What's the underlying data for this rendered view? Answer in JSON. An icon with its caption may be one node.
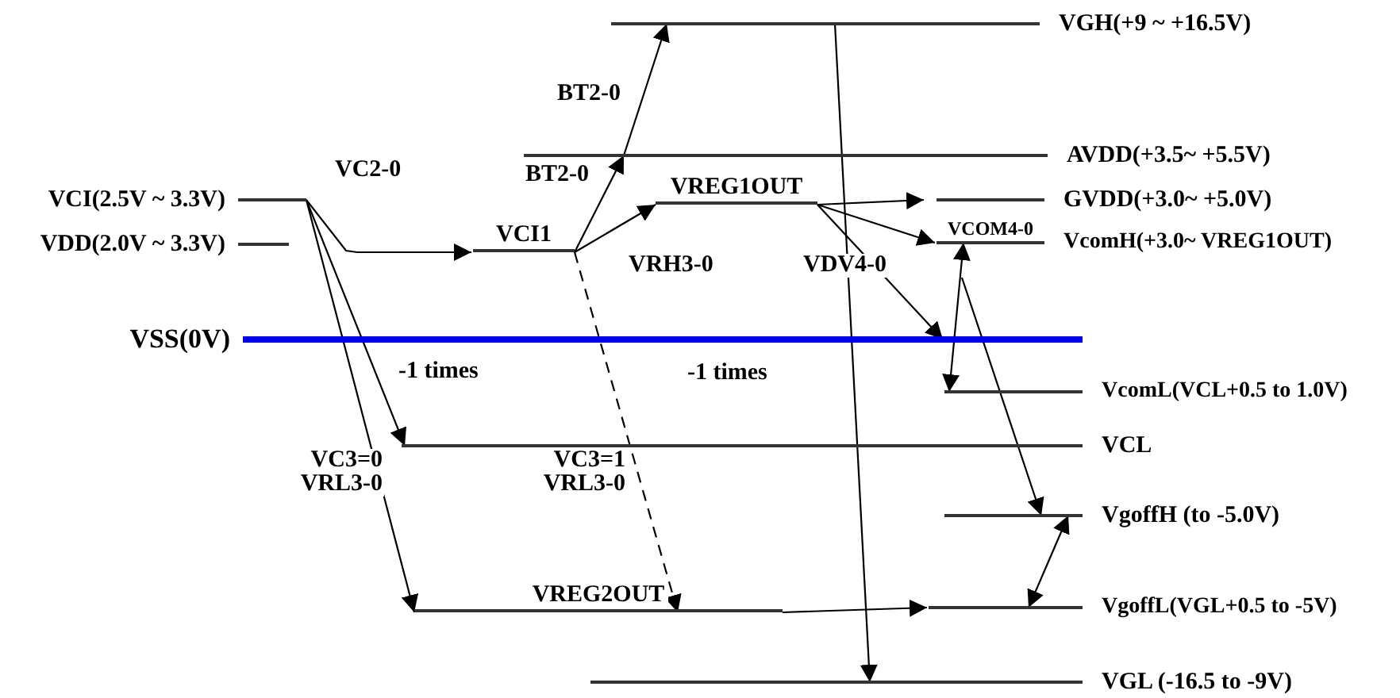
{
  "diagram": {
    "nodes": [
      {
        "text": [
          "VGH(+9 ~ +16.5V)"
        ]
      },
      {
        "text": [
          "AVDD(+3.5~ +5.5V)"
        ]
      },
      {
        "text": [
          "GVDD(+3.0~ +5.0V)"
        ]
      },
      {
        "text": [
          "VcomH(+3.0~ VREG1OUT)"
        ]
      },
      {
        "text": [
          "VCI(2.5V ~ 3.3V)"
        ]
      },
      {
        "text": [
          "VDD(2.0V ~ 3.3V)"
        ]
      },
      {
        "text": [
          "VCI1"
        ]
      },
      {
        "text": [
          "VREG1OUT"
        ]
      },
      {
        "text": [
          "VSS(0V)"
        ]
      },
      {
        "text": [
          "VcomL(VCL+0.5 to 1.0V)"
        ]
      },
      {
        "text": [
          "VCL"
        ]
      },
      {
        "text": [
          "VgoffH (to -5.0V)"
        ]
      },
      {
        "text": [
          "VREG2OUT"
        ]
      },
      {
        "text": [
          "VgoffL(VGL+0.5 to -5V)"
        ]
      },
      {
        "text": [
          "VGL (-16.5 to -9V)"
        ]
      }
    ],
    "edges": [
      {
        "from": 4,
        "to": 6,
        "arrow": "to",
        "label": "VC2-0"
      },
      {
        "from": 4,
        "to": 10,
        "arrow": "to",
        "label": "-1 times"
      },
      {
        "from": 4,
        "to": 12,
        "arrow": "to",
        "label": "VC3=0 VRL3-0"
      },
      {
        "from": 6,
        "to": 1,
        "arrow": "to",
        "label": "BT2-0"
      },
      {
        "from": 1,
        "to": 0,
        "arrow": "to",
        "label": "BT2-0"
      },
      {
        "from": 6,
        "to": 7,
        "arrow": "to",
        "label": "VRH3-0"
      },
      {
        "from": 6,
        "to": 12,
        "arrow": "to",
        "label": "VC3=1 VRL3-0",
        "style": "dashed"
      },
      {
        "from": 7,
        "to": 2,
        "arrow": "to"
      },
      {
        "from": 7,
        "to": 3,
        "arrow": "to"
      },
      {
        "from": 7,
        "to": 8,
        "arrow": "to",
        "label": "VDV4-0"
      },
      {
        "from": 9,
        "to": 3,
        "arrow": "both"
      },
      {
        "from": 3,
        "to": 11,
        "arrow": "to"
      },
      {
        "from": 11,
        "to": 13,
        "arrow": "both"
      },
      {
        "from": 12,
        "to": 13,
        "arrow": "to"
      },
      {
        "from": 0,
        "to": 14,
        "arrow": "to",
        "label": "-1 times"
      }
    ],
    "labels": [
      "VCOM4-0"
    ]
  }
}
